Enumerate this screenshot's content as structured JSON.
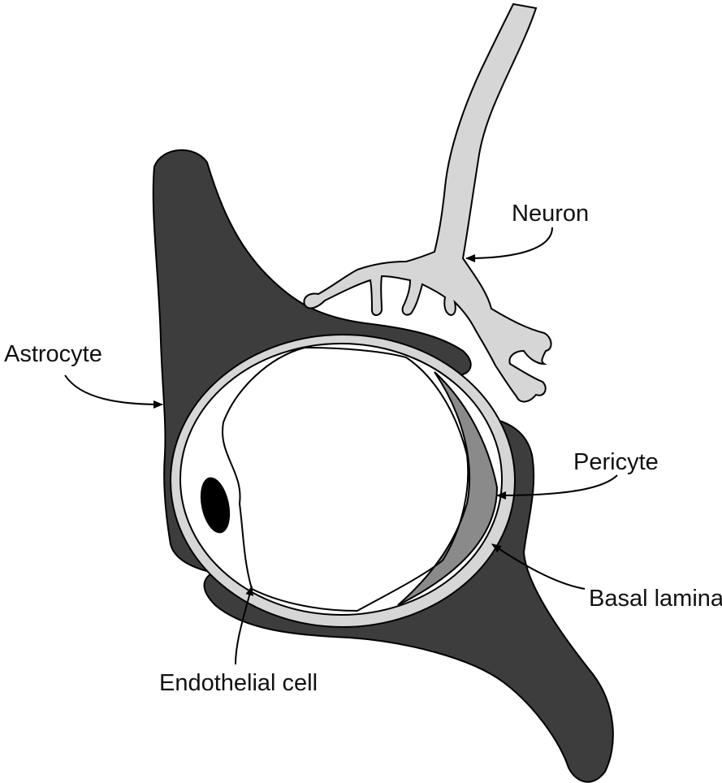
{
  "labels": {
    "neuron": "Neuron",
    "astrocyte": "Astrocyte",
    "pericyte": "Pericyte",
    "basal_lamina": "Basal lamina",
    "endothelial_cell": "Endothelial cell"
  },
  "colors": {
    "astrocyte": "#3d3d3d",
    "neuron": "#d6d6d6",
    "basal_lamina": "#d6d6d6",
    "pericyte": "#8a8a8a",
    "endothelial_cell": "#ffffff",
    "nucleus": "#000000",
    "outline": "#000000"
  }
}
